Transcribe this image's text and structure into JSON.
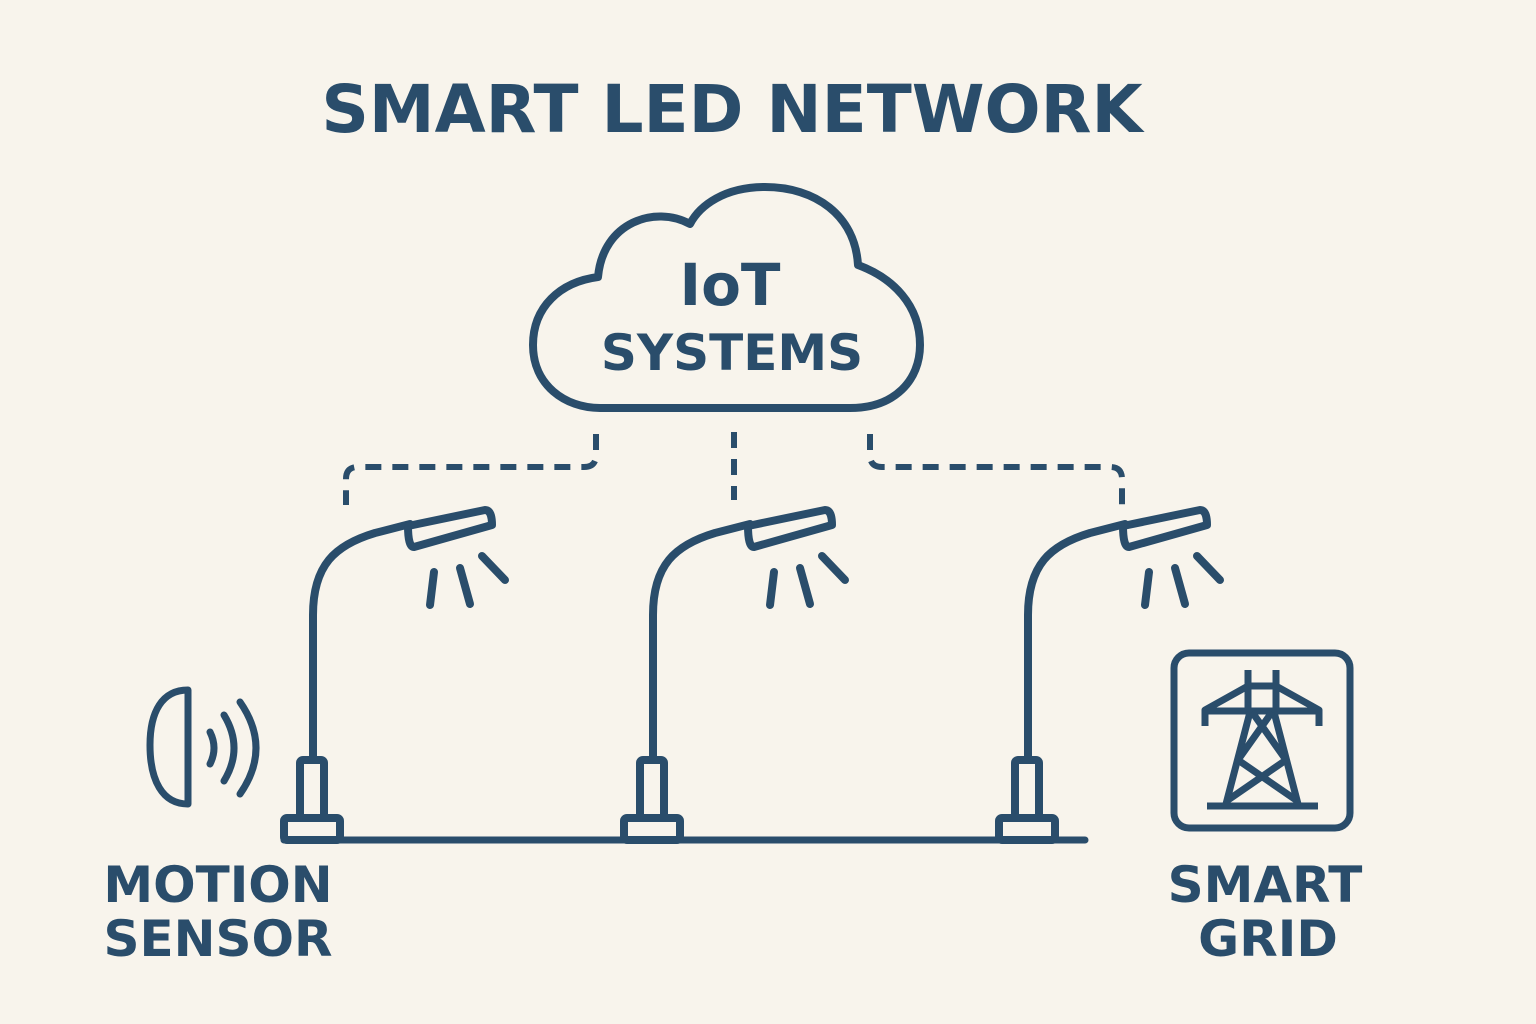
{
  "title": "SMART LED NETWORK",
  "cloud": {
    "line1": "IoT",
    "line2": "SYSTEMS"
  },
  "motion_sensor": {
    "line1": "MOTION",
    "line2": "SENSOR",
    "icon": "motion-sensor-icon"
  },
  "smart_grid": {
    "line1": "SMART",
    "line2": "GRID",
    "icon": "power-tower-icon"
  },
  "streetlights": [
    {
      "name": "streetlight-1"
    },
    {
      "name": "streetlight-2"
    },
    {
      "name": "streetlight-3"
    }
  ],
  "colors": {
    "stroke": "#2a4d6b",
    "background": "#f8f4ec"
  }
}
